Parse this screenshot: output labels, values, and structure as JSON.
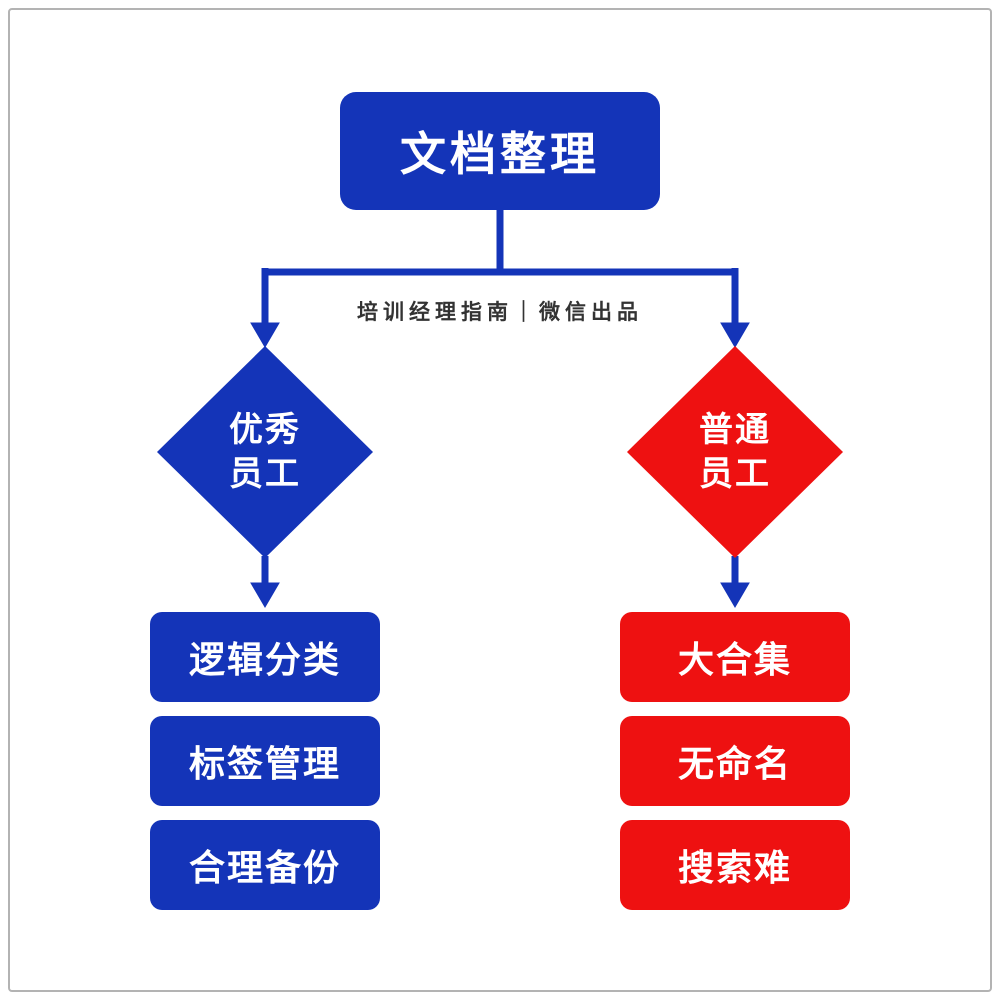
{
  "colors": {
    "blue": "#1434b8",
    "red": "#ee1111",
    "frame_border": "#b3b3b3",
    "watermark_ink": "#333333"
  },
  "root": {
    "label": "文档整理"
  },
  "watermark": "培训经理指南｜微信出品",
  "branches": [
    {
      "id": "excellent-employee",
      "color": "#1434b8",
      "diamond_label": "优秀\n员工",
      "items": [
        "逻辑分类",
        "标签管理",
        "合理备份"
      ]
    },
    {
      "id": "ordinary-employee",
      "color": "#ee1111",
      "diamond_label": "普通\n员工",
      "items": [
        "大合集",
        "无命名",
        "搜索难"
      ]
    }
  ]
}
